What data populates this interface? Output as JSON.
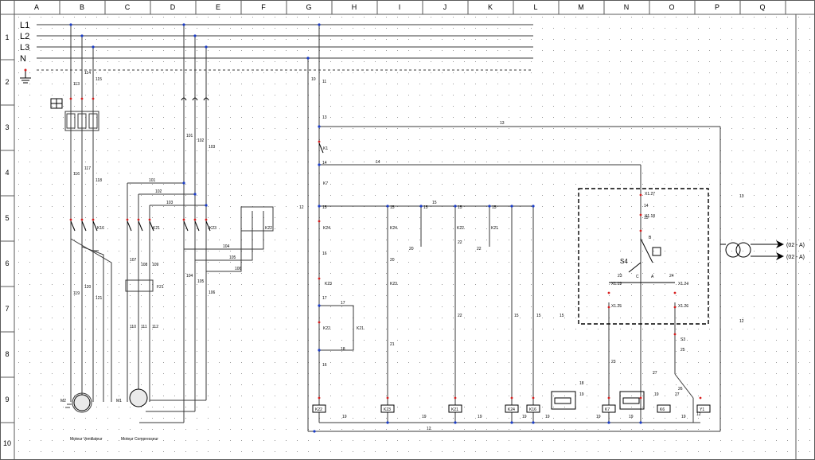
{
  "columns": [
    "A",
    "B",
    "C",
    "D",
    "E",
    "F",
    "G",
    "H",
    "I",
    "J",
    "K",
    "L",
    "M",
    "N",
    "O",
    "P",
    "Q"
  ],
  "rows": [
    "1",
    "2",
    "3",
    "4",
    "5",
    "6",
    "7",
    "8",
    "9",
    "10"
  ],
  "bus_labels": [
    "L1",
    "L2",
    "L3",
    "N"
  ],
  "wire_labels": {
    "w10": "10",
    "w11": "11",
    "w12": "12",
    "w12b": "12",
    "w12c": "12",
    "w12d": "12",
    "w13": "13",
    "w13b": "13",
    "w13c": "13",
    "w14": "14",
    "w14b": "14",
    "w14c": "14",
    "w15a": "15",
    "w15b": "15",
    "w15c": "15",
    "w15d": "15",
    "w15e": "15",
    "w15f": "15",
    "w15g": "15",
    "w15h": "15",
    "w15i": "15",
    "w15j": "15",
    "w16": "16",
    "w16b": "16",
    "w17": "17",
    "w17b": "17",
    "w18": "18",
    "w18b": "18",
    "w19a": "19",
    "w19b": "19",
    "w19c": "19",
    "w19d": "19",
    "w19e": "19",
    "w19f": "19",
    "w19g": "19",
    "w19h": "19",
    "w19i": "19",
    "w19j": "19",
    "w20": "20",
    "w20b": "20",
    "w21": "21",
    "w22a": "22",
    "w22b": "22",
    "w22c": "22",
    "w23": "23",
    "w23b": "23",
    "w24": "24",
    "w25": "25",
    "w26": "26",
    "w27": "27",
    "w27b": "27",
    "w101": "101",
    "w102": "102",
    "w103": "103",
    "w101b": "101",
    "w102b": "102",
    "w103b": "103",
    "w104": "104",
    "w105": "105",
    "w106": "106",
    "w104b": "104",
    "w105b": "105",
    "w106b": "106",
    "w107": "107",
    "w108": "108",
    "w109": "109",
    "w110": "110",
    "w111": "111",
    "w112": "112",
    "w113": "113",
    "w114": "114",
    "w115": "115",
    "w116": "116",
    "w117": "117",
    "w118": "118",
    "w119": "119",
    "w120": "120",
    "w121": "121"
  },
  "devices": {
    "k1": "K1",
    "k7": "K7",
    "k24a": "K24",
    "k24b": "K24",
    "k23a": "K23",
    "k23b": "K23",
    "k23c": "K23",
    "k22a": "K22",
    "k22b": "K22",
    "k22c": "K22",
    "k21a": "K21",
    "k21b": "K21",
    "k21c": "K21",
    "k16": "K16",
    "k_f21": "F21",
    "m1": "M1",
    "m2": "M2",
    "coil_k22": "K22",
    "coil_k23": "K23",
    "coil_k21": "K21",
    "coil_k24": "K24",
    "coil_k16": "K16",
    "coil_k7": "K7",
    "coil_k6": "K6",
    "coil_y1": "Y1",
    "s3": "S3",
    "s4": "S4"
  },
  "terminals": [
    "X1.27",
    "X1.18",
    "X1.19",
    "X1.25",
    "X1.24",
    "X1.26"
  ],
  "switch_labels": {
    "b": "B",
    "c": "C",
    "a": "A"
  },
  "captions": [
    "Moteur Ventilateur",
    "Moteur Compresseur"
  ],
  "references": [
    "(02 - A)",
    "(02 - A)"
  ],
  "colors": {
    "wire": "#3a3a3a",
    "bus_dot": "#1a3cc8",
    "terminal": "#d81e1e",
    "grid_dot": "#9a9a9a",
    "frame": "#5a5a5a"
  }
}
